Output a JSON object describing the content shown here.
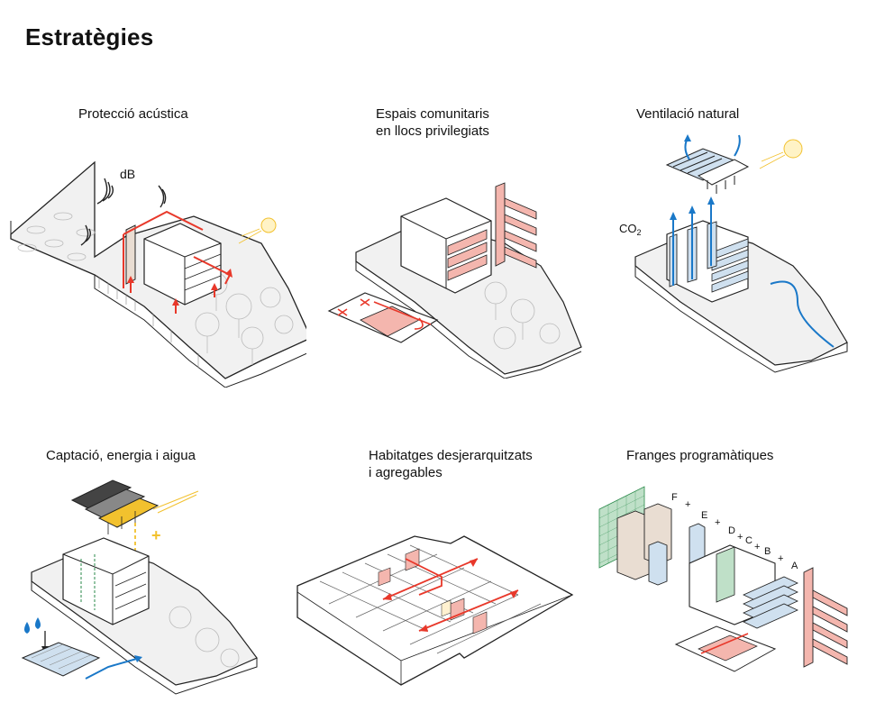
{
  "title": "Estratègies",
  "panels": [
    {
      "caption": [
        "Protecció acústica"
      ],
      "labels": {
        "db": "dB"
      }
    },
    {
      "caption": [
        "Espais comunitaris",
        "en llocs privilegiats"
      ]
    },
    {
      "caption": [
        "Ventilació natural"
      ],
      "labels": {
        "co2": "CO",
        "co2_sub": "2"
      }
    },
    {
      "caption": [
        "Captació, energia i aigua"
      ]
    },
    {
      "caption": [
        "Habitatges desjerarquitzats",
        "i agregables"
      ]
    },
    {
      "caption": [
        "Franges programàtiques"
      ],
      "labels": {
        "f": "F",
        "e": "E",
        "d": "D",
        "c": "C",
        "b": "B",
        "a": "A",
        "plus": "+"
      }
    }
  ],
  "colors": {
    "red": "#e8382a",
    "blue": "#1a78c8",
    "yellow": "#f2c12e",
    "pink": "#f4b6ae",
    "lightblue": "#cfe0ef",
    "green": "#bfe0c8",
    "beige": "#e9ddd2",
    "line": "#222222",
    "ground": "#f1f1f1"
  }
}
